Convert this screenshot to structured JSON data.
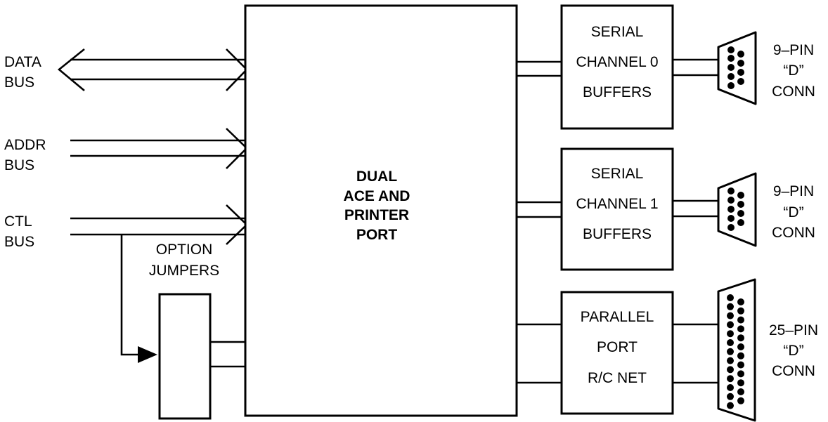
{
  "bus_labels": {
    "data": [
      "DATA",
      "BUS"
    ],
    "addr": [
      "ADDR",
      "BUS"
    ],
    "ctl": [
      "CTL",
      "BUS"
    ]
  },
  "option_jumpers": [
    "OPTION",
    "JUMPERS"
  ],
  "core": [
    "DUAL",
    "ACE AND",
    "PRINTER",
    "PORT"
  ],
  "serial0": [
    "SERIAL",
    "CHANNEL 0",
    "BUFFERS"
  ],
  "serial1": [
    "SERIAL",
    "CHANNEL 1",
    "BUFFERS"
  ],
  "parallel": [
    "PARALLEL",
    "PORT",
    "R/C NET"
  ],
  "conn9a": [
    "9–PIN",
    "“D”",
    "CONN"
  ],
  "conn9b": [
    "9–PIN",
    "“D”",
    "CONN"
  ],
  "conn25": [
    "25–PIN",
    "“D”",
    "CONN"
  ]
}
